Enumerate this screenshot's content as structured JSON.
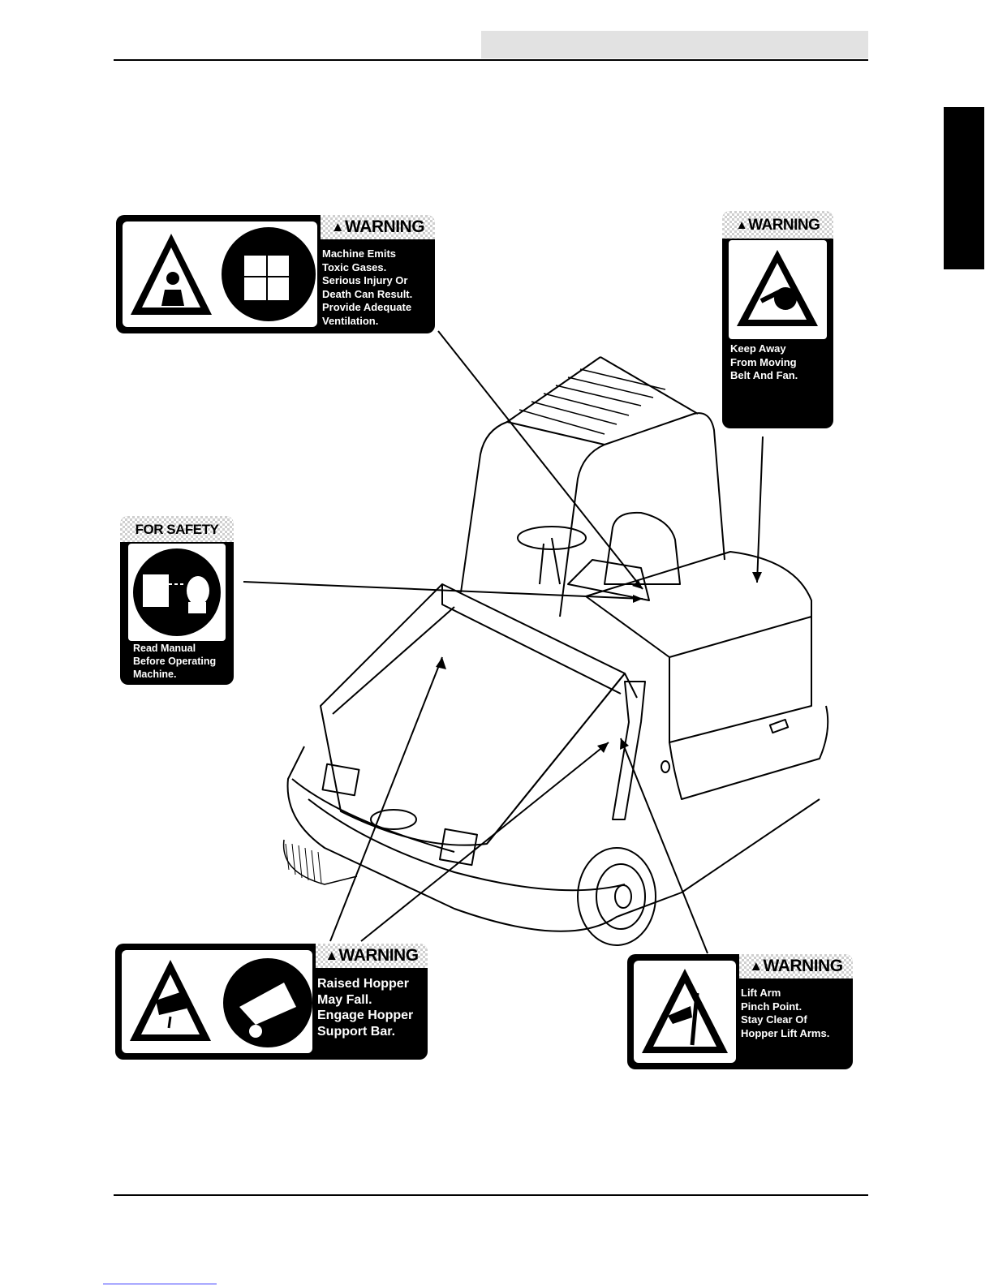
{
  "header": {
    "title": ""
  },
  "decals": {
    "toxic_gas": {
      "header": "WARNING",
      "text": "Machine Emits\nToxic Gases.\nSerious Injury Or\nDeath Can Result.\nProvide Adequate\nVentilation."
    },
    "belt_fan": {
      "header": "WARNING",
      "text": "Keep Away\nFrom Moving\nBelt And Fan."
    },
    "read_manual": {
      "header": "FOR SAFETY",
      "text": "Read Manual\nBefore Operating\nMachine."
    },
    "hopper": {
      "header": "WARNING",
      "text": "Raised Hopper\nMay Fall.\nEngage Hopper\nSupport Bar."
    },
    "lift_arm": {
      "header": "WARNING",
      "text": "Lift Arm\nPinch Point.\nStay Clear Of\nHopper Lift Arms."
    }
  },
  "colors": {
    "ink": "#000000",
    "header_gray": "#e2e2e2",
    "checker": "#cfcfcf"
  }
}
